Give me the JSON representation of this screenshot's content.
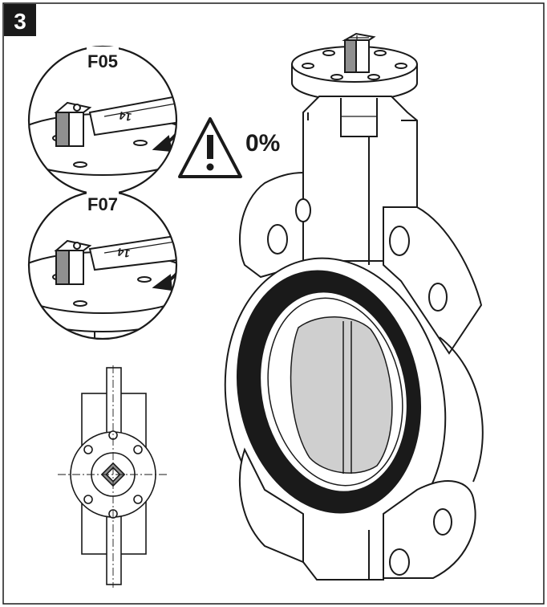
{
  "step": {
    "number": "3"
  },
  "detail_top": {
    "label": "F05",
    "wrench_mark": "14"
  },
  "detail_bottom": {
    "label": "F07",
    "wrench_mark": "14"
  },
  "warning": {
    "icon": "warning-triangle-icon",
    "text": "0%"
  },
  "colors": {
    "ink": "#1a1a1a",
    "badge": "#1a1a1a",
    "seal": "#1a1a1a",
    "disc": "#cfcfcf",
    "stem": "#8f8f8f"
  }
}
